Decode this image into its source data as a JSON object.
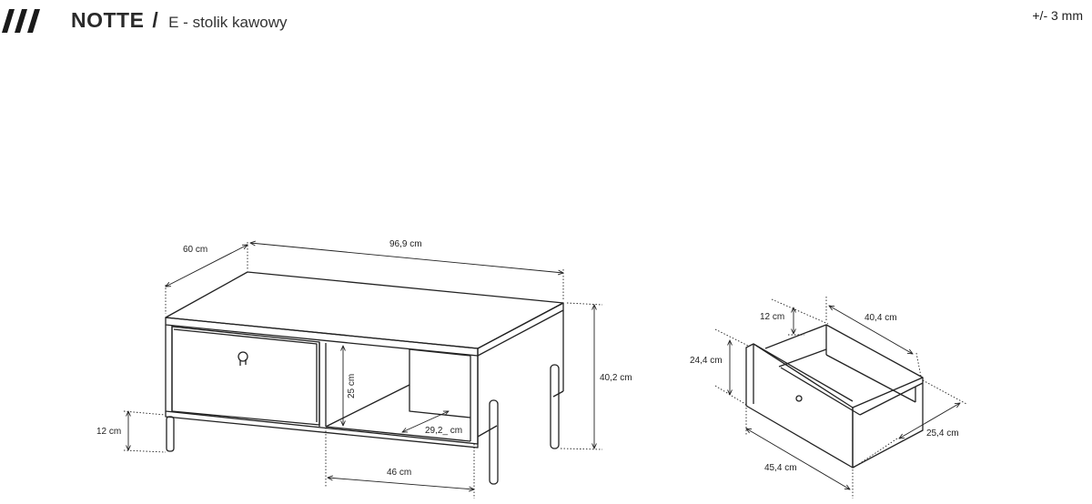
{
  "header": {
    "title": "NOTTE",
    "separator": "/",
    "subtitle": "E - stolik kawowy",
    "tolerance": "+/- 3 mm",
    "logo_icon": "triple-slash-logo-icon"
  },
  "table_dimensions": {
    "depth": "60 cm",
    "width": "96,9 cm",
    "height": "40,2 cm",
    "leg_height": "12 cm",
    "inner_height": "25 cm",
    "shelf_depth": "29,2_ cm",
    "compartment_width": "46 cm"
  },
  "drawer_dimensions": {
    "front_height": "12 cm",
    "outer_height": "24,4 cm",
    "inner_width": "40,4 cm",
    "inner_depth": "25,4 cm",
    "front_width": "45,4 cm"
  },
  "colors": {
    "line": "#222222",
    "background": "#ffffff"
  }
}
